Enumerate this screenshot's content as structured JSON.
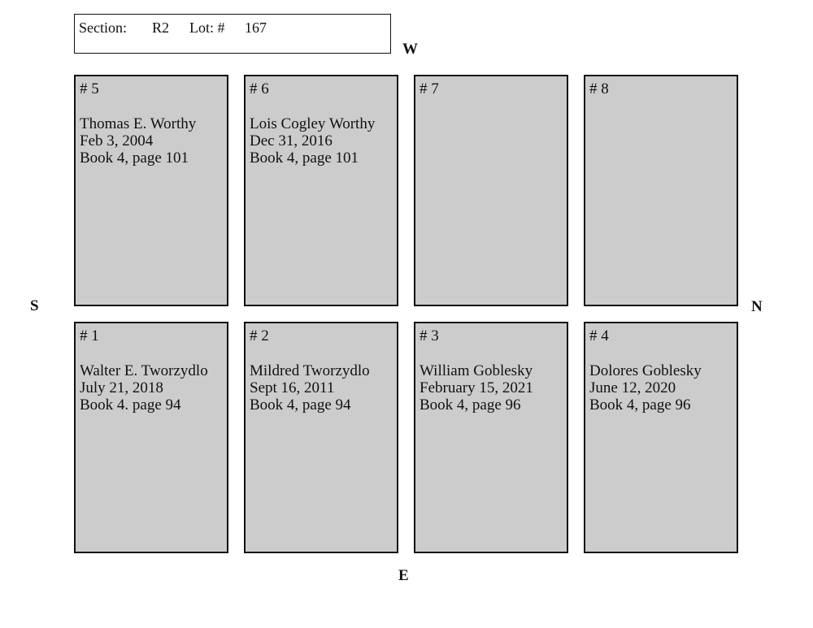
{
  "header": {
    "section_label": "Section:",
    "section_value": "R2",
    "lot_label": "Lot: #",
    "lot_value": "167"
  },
  "compass": {
    "west": "W",
    "east": "E",
    "south": "S",
    "north": "N"
  },
  "plots": {
    "p5": {
      "number": "# 5",
      "name": "Thomas E. Worthy",
      "date": "Feb 3, 2004",
      "book": "Book 4, page 101"
    },
    "p6": {
      "number": "# 6",
      "name": "Lois Cogley Worthy",
      "date": "Dec 31, 2016",
      "book": "Book 4, page 101"
    },
    "p7": {
      "number": "# 7",
      "name": "",
      "date": "",
      "book": ""
    },
    "p8": {
      "number": "# 8",
      "name": "",
      "date": "",
      "book": ""
    },
    "p1": {
      "number": "# 1",
      "name": "Walter E. Tworzydlo",
      "date": "July 21, 2018",
      "book": "Book 4. page 94"
    },
    "p2": {
      "number": "# 2",
      "name": "Mildred Tworzydlo",
      "date": "Sept 16, 2011",
      "book": "Book 4, page 94"
    },
    "p3": {
      "number": "# 3",
      "name": "William Goblesky",
      "date": "February 15, 2021",
      "book": "Book 4, page 96"
    },
    "p4": {
      "number": "# 4",
      "name": "Dolores Goblesky",
      "date": "June 12, 2020",
      "book": "Book 4, page 96"
    }
  }
}
